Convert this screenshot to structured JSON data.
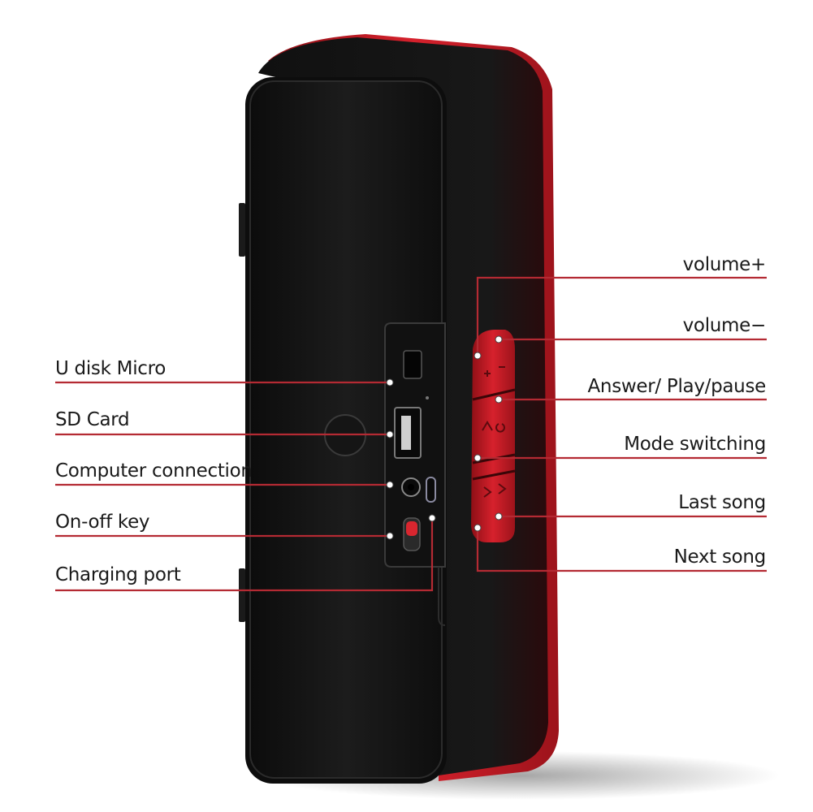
{
  "colors": {
    "accent_red": "#d0222c",
    "speaker_body": "#141414",
    "speaker_panel": "#1e1e1e",
    "leader_line": "#c0303a",
    "text": "#1a1a1a"
  },
  "callouts_left": [
    {
      "label": "U disk Micro"
    },
    {
      "label": "SD Card"
    },
    {
      "label": "Computer connection"
    },
    {
      "label": "On-off key"
    },
    {
      "label": "Charging port"
    }
  ],
  "callouts_right": [
    {
      "label": "volume+"
    },
    {
      "label": "volume−"
    },
    {
      "label": "Answer/ Play/pause"
    },
    {
      "label": "Mode switching"
    },
    {
      "label": "Last song"
    },
    {
      "label": "Next song"
    }
  ],
  "icons": [
    "speaker-body",
    "usb-port-icon",
    "micro-sd-slot-icon",
    "aux-jack-icon",
    "usb-c-port-icon",
    "power-switch-icon",
    "control-button-icon"
  ]
}
